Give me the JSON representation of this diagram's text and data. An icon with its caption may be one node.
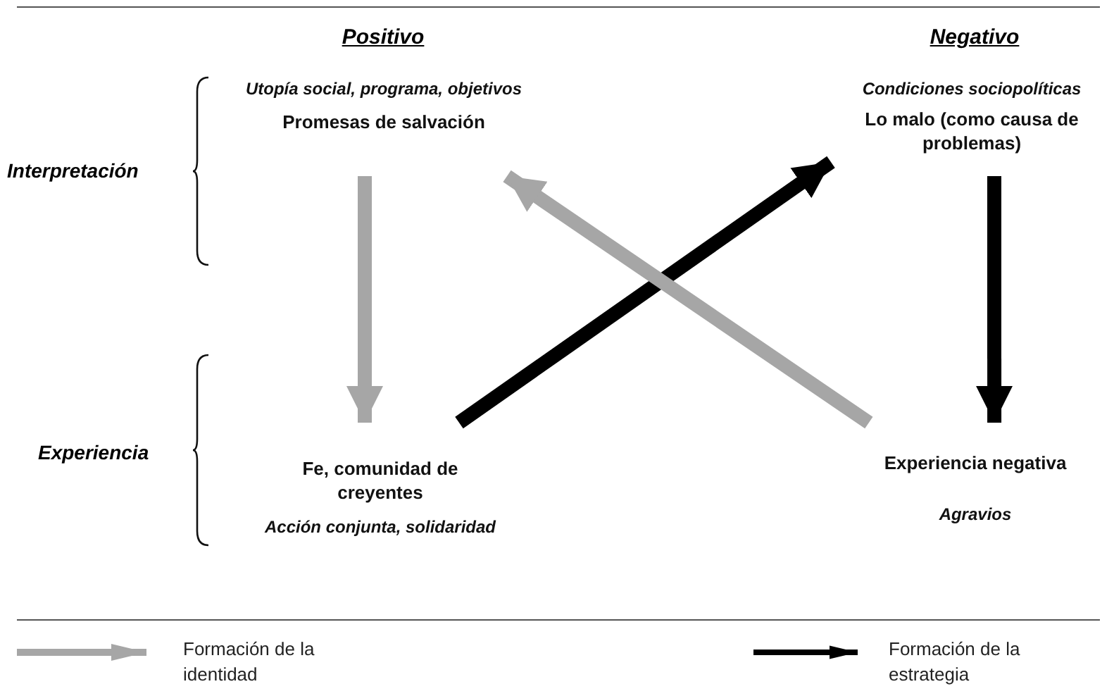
{
  "diagram": {
    "nodes": [
      {
        "text": [
          "Utopía social, programa, objetivos",
          "Promesas de salvación"
        ]
      },
      {
        "text": [
          "Condiciones sociopolíticas",
          "Lo malo (como causa de problemas)"
        ]
      },
      {
        "text": [
          "Fe, comunidad de creyentes",
          "Acción conjunta, solidaridad"
        ]
      },
      {
        "text": [
          "Experiencia negativa",
          "Agravios"
        ]
      }
    ],
    "edges": [
      {
        "from": 0,
        "to": 2,
        "arrow": "to",
        "color": "#a6a6a6"
      },
      {
        "from": 1,
        "to": 3,
        "arrow": "to",
        "color": "#000000"
      },
      {
        "from": 2,
        "to": 1,
        "arrow": "to",
        "color": "#000000"
      },
      {
        "from": 3,
        "to": 0,
        "arrow": "to",
        "color": "#a6a6a6"
      }
    ],
    "labels": [
      "Positivo",
      "Negativo",
      "Interpretación",
      "Experiencia"
    ],
    "legend": [
      {
        "text": "Formación de la identidad"
      },
      {
        "text": "Formación de la estrategia"
      }
    ]
  }
}
